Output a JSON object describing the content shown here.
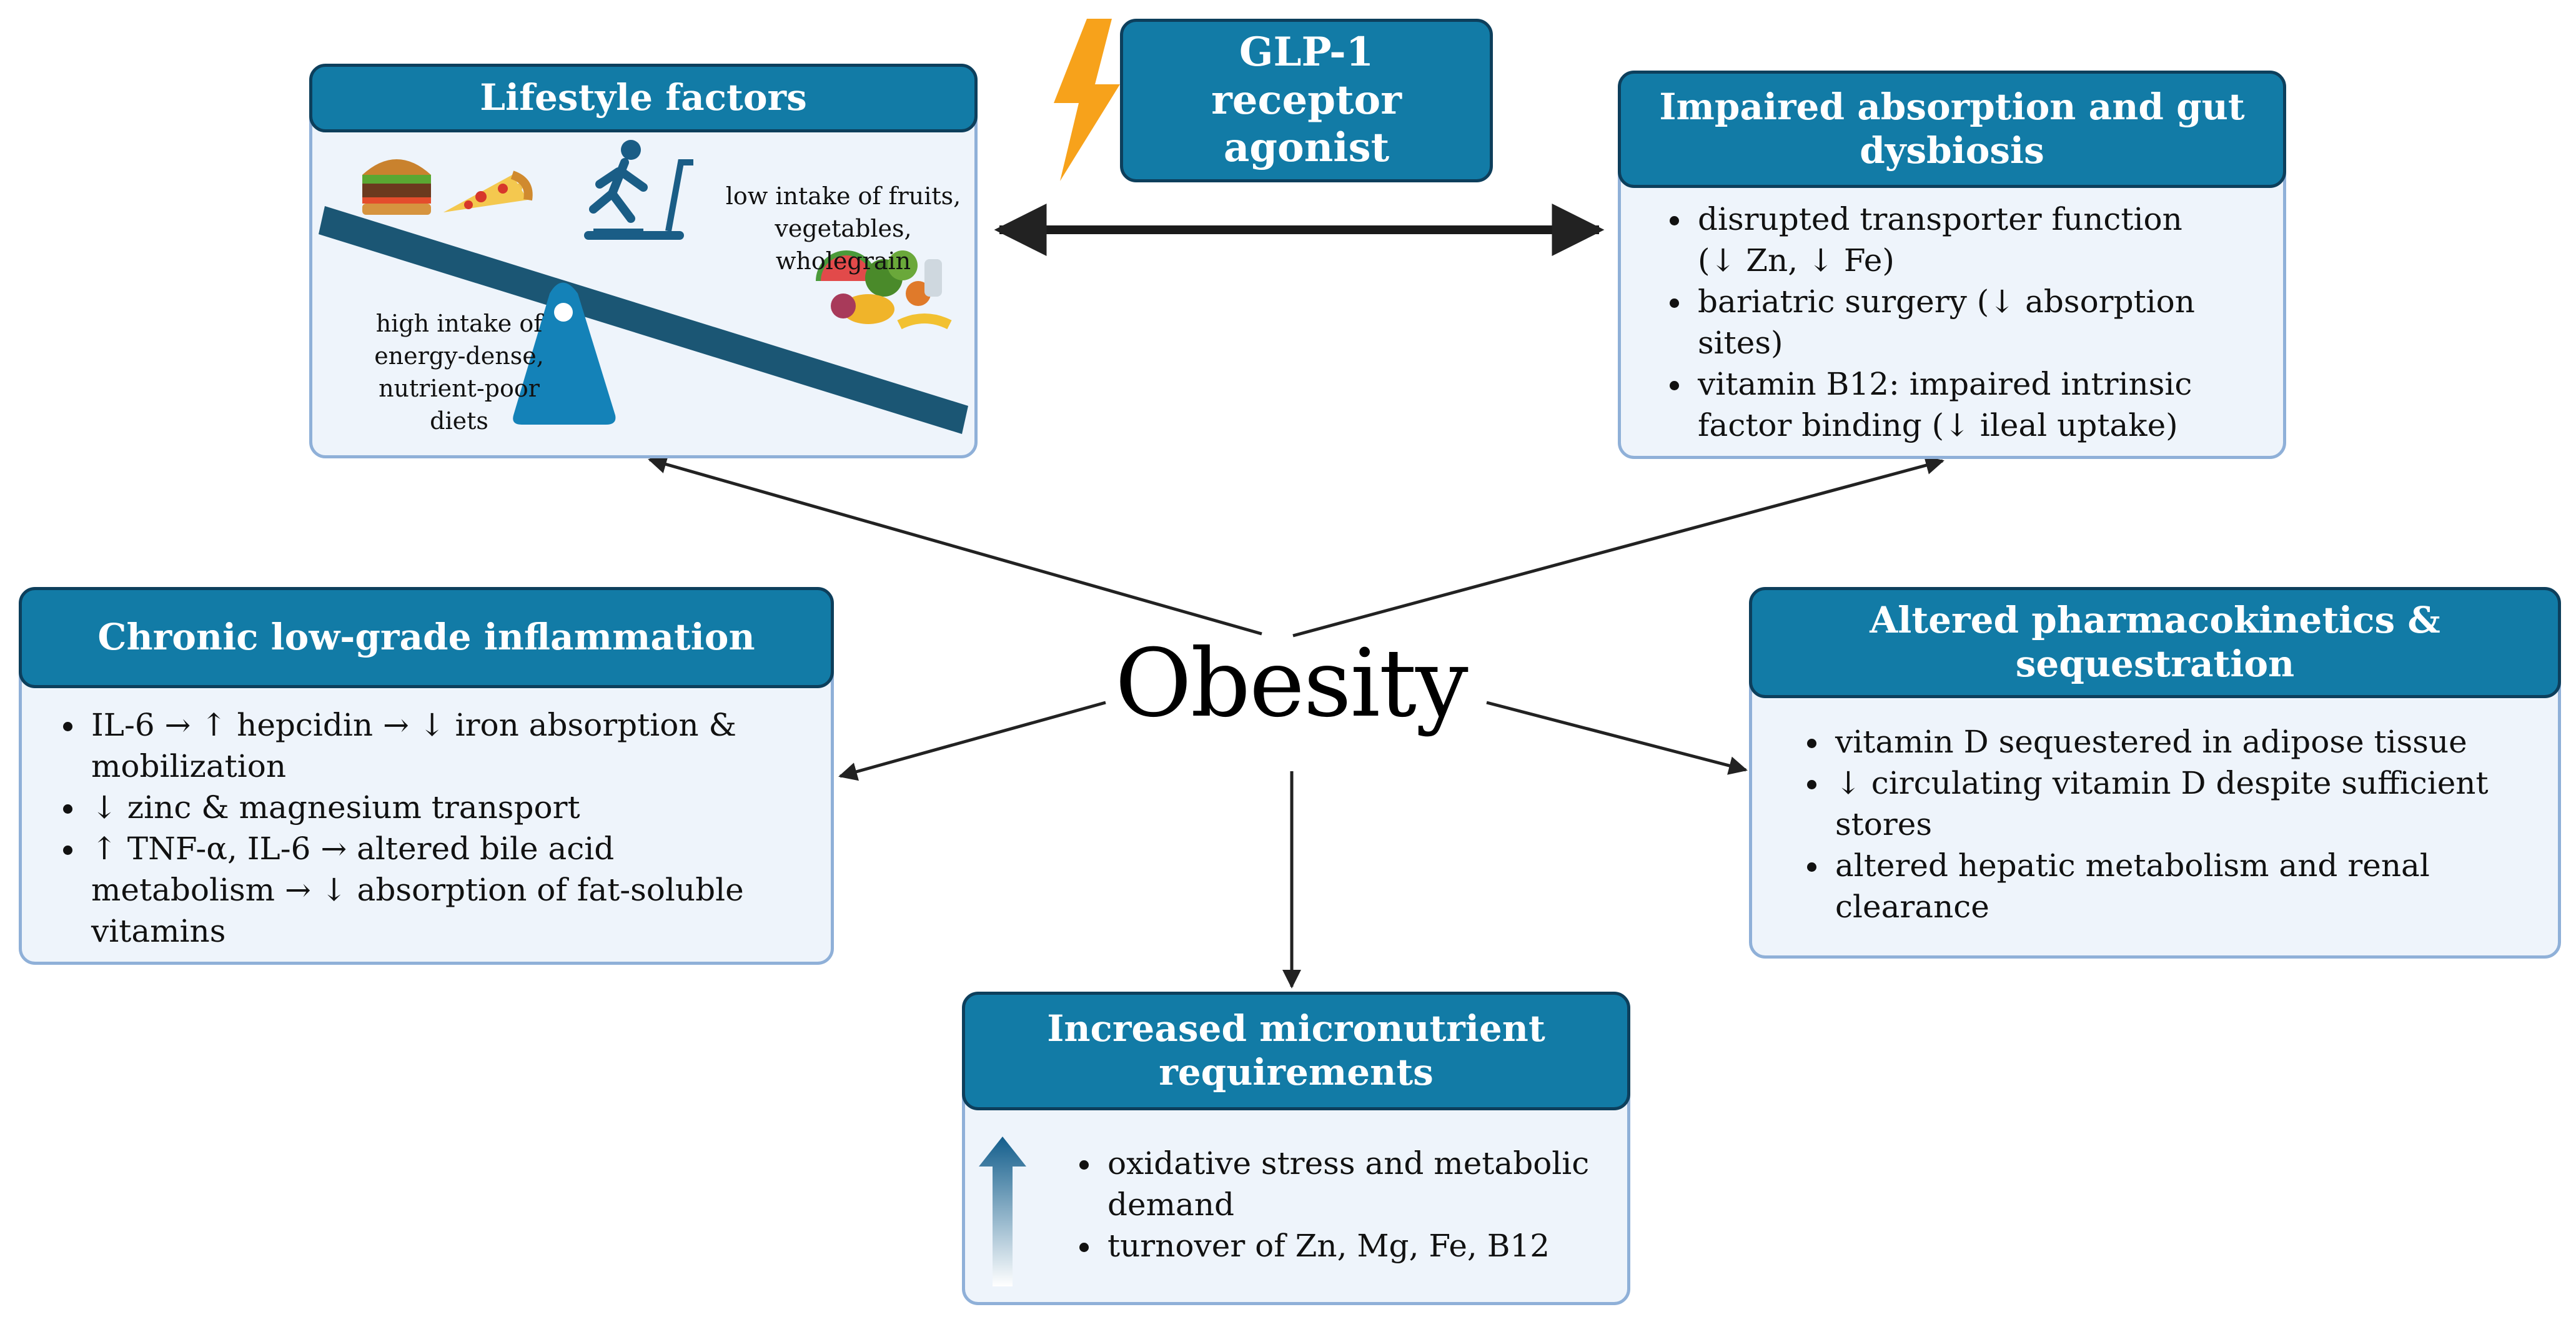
{
  "center_label": "Obesity",
  "glp1": {
    "line1": "GLP-1",
    "line2": "receptor agonist",
    "icon": "lightning-icon"
  },
  "lifestyle": {
    "title": "Lifestyle factors",
    "low_intake": [
      "low intake of fruits,",
      "vegetables, wholegrain"
    ],
    "high_intake": [
      "high intake of",
      "energy-dense,",
      "nutrient-poor diets"
    ],
    "icons": [
      "burger-icon",
      "pizza-icon",
      "treadmill-runner-icon",
      "fruits-vegetables-icon",
      "seesaw-icon"
    ]
  },
  "absorption": {
    "title_lines": [
      "Impaired absorption and gut",
      "dysbiosis"
    ],
    "items": [
      [
        "disrupted transporter function",
        "(↓ Zn, ↓ Fe)"
      ],
      [
        "bariatric surgery (↓ absorption",
        "sites)"
      ],
      [
        "vitamin B12: impaired intrinsic",
        "factor binding (↓ ileal uptake)"
      ]
    ]
  },
  "inflammation": {
    "title": "Chronic low-grade inflammation",
    "items": [
      [
        "IL-6 → ↑ hepcidin → ↓ iron absorption &",
        "mobilization"
      ],
      [
        "↓ zinc & magnesium transport"
      ],
      [
        "↑ TNF-α, IL-6 → altered bile acid",
        "metabolism → ↓ absorption of fat-soluble",
        "vitamins"
      ]
    ]
  },
  "pharmaco": {
    "title_lines": [
      "Altered pharmacokinetics &",
      "sequestration"
    ],
    "items": [
      [
        "vitamin D sequestered in adipose tissue"
      ],
      [
        "↓ circulating vitamin D despite sufficient",
        "stores"
      ],
      [
        "altered hepatic metabolism and renal",
        "clearance"
      ]
    ]
  },
  "requirements": {
    "title_lines": [
      "Increased micronutrient",
      "requirements"
    ],
    "items": [
      [
        "oxidative stress and metabolic",
        "demand"
      ],
      [
        "turnover of Zn, Mg, Fe, B12"
      ]
    ],
    "icon": "up-arrow-icon"
  },
  "colors": {
    "header": "#127ba6",
    "header_border": "#0d3f5c",
    "box_border": "#8fb0d8",
    "box_fill": "#eef4fb",
    "bolt": "#f7a21b"
  }
}
